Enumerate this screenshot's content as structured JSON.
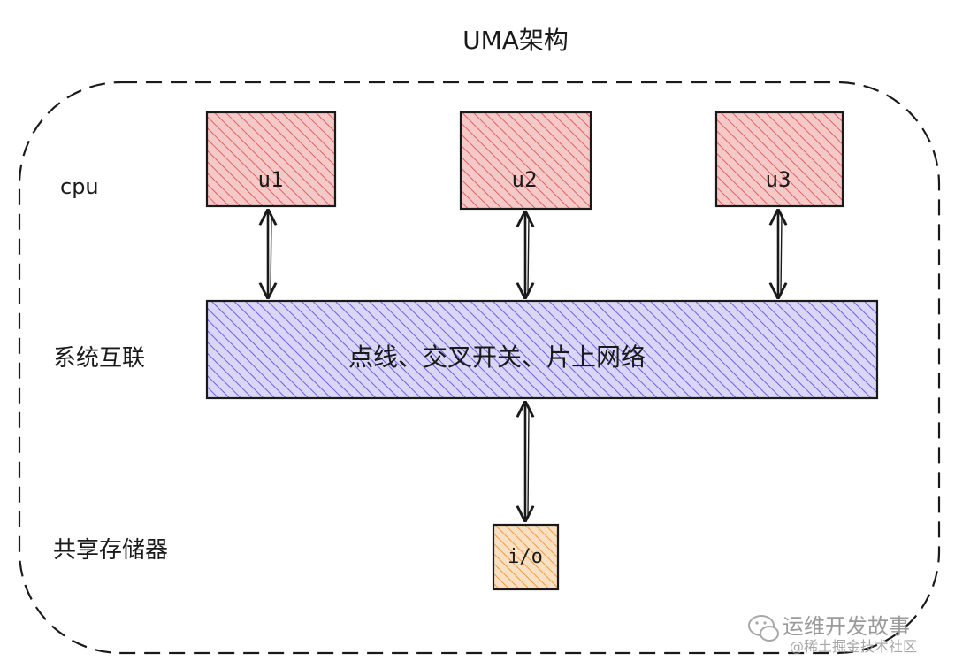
{
  "title": "UMA架构",
  "row_labels": {
    "cpu": "cpu",
    "interconnect": "系统互联",
    "memory": "共享存储器"
  },
  "cpus": [
    {
      "label": "u1"
    },
    {
      "label": "u2"
    },
    {
      "label": "u3"
    }
  ],
  "bus": {
    "label": "点线、交叉开关、片上网络"
  },
  "io": {
    "label": "i/o"
  },
  "watermark": {
    "line1": "运维开发故事",
    "line2": "@稀土掘金技术社区"
  },
  "colors": {
    "cpu_fill": "#f0b0b0",
    "cpu_hatch": "#e05a5a",
    "bus_fill": "#c8c8f4",
    "bus_hatch": "#6b5ce0",
    "io_fill": "#f6d2a8",
    "io_hatch": "#ef9a3c"
  }
}
